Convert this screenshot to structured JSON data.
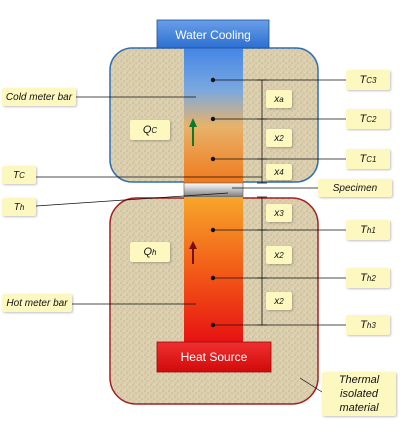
{
  "banners": {
    "water_cooling": "Water Cooling",
    "heat_source": "Heat Source"
  },
  "labels": {
    "cold_meter_bar": "Cold meter bar",
    "hot_meter_bar": "Hot meter bar",
    "specimen": "Specimen",
    "thermal_isolated": "Thermal isolated material",
    "tc": "T",
    "tc_sub": "C",
    "th": "T",
    "th_sub": "h",
    "qc": "Q",
    "qc_sub": "C",
    "qh": "Q",
    "qh_sub": "h",
    "tc3": "T",
    "tc3_sub": "C3",
    "tc2": "T",
    "tc2_sub": "C2",
    "tc1": "T",
    "tc1_sub": "C1",
    "th1": "T",
    "th1_sub": "h1",
    "th2": "T",
    "th2_sub": "h2",
    "th3": "T",
    "th3_sub": "h3",
    "x_label": "x",
    "x_cold_sub": [
      "a",
      "2",
      "4"
    ],
    "x_hot_sub": [
      "3",
      "2",
      "2"
    ]
  },
  "colors": {
    "cold_top": "#3a7fe6",
    "cold_bottom": "#f07a1c",
    "hot_top": "#f5a524",
    "hot_bottom": "#e60d12",
    "insulation": "#d9ccaa",
    "cold_border": "#2f6fb0",
    "hot_border": "#a02020",
    "callout": "#fdf8c0"
  }
}
